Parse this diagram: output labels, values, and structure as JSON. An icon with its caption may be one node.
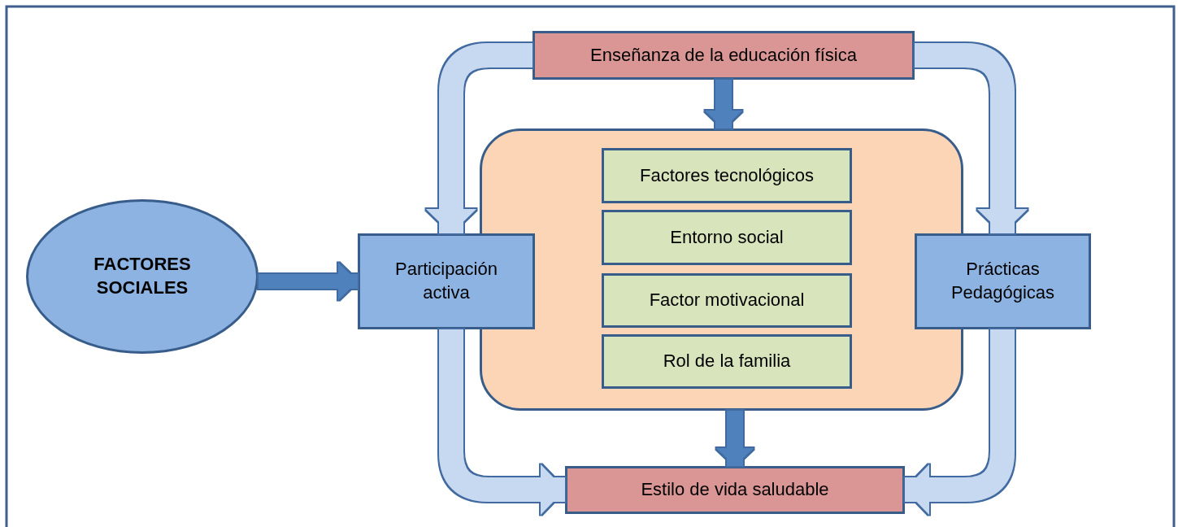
{
  "diagram": {
    "nodes": [
      {
        "text": [
          "FACTORES SOCIALES"
        ]
      },
      {
        "text": [
          "Enseñanza de la educación física"
        ]
      },
      {
        "text": [],
        "shape": "box"
      },
      {
        "text": [
          "Factores tecnológicos"
        ],
        "in": 2
      },
      {
        "text": [
          "Entorno social"
        ],
        "in": 2
      },
      {
        "text": [
          "Factor motivacional"
        ],
        "in": 2
      },
      {
        "text": [
          "Rol de la familia"
        ],
        "in": 2
      },
      {
        "text": [
          "Participación activa"
        ]
      },
      {
        "text": [
          "Prácticas Pedagógicas"
        ]
      },
      {
        "text": [
          "Estilo de vida saludable"
        ]
      }
    ],
    "edges": [
      {
        "from": 0,
        "to": 7,
        "arrow": "to",
        "color": "#4f81bd"
      },
      {
        "from": 1,
        "to": 2,
        "arrow": "to",
        "color": "#4f81bd"
      },
      {
        "from": 2,
        "to": 9,
        "arrow": "to",
        "color": "#4f81bd"
      },
      {
        "from": 1,
        "to": 7,
        "arrow": "to"
      },
      {
        "from": 1,
        "to": 8,
        "arrow": "to"
      },
      {
        "from": 7,
        "to": 9,
        "arrow": "to"
      },
      {
        "from": 8,
        "to": 9,
        "arrow": "to"
      }
    ]
  }
}
